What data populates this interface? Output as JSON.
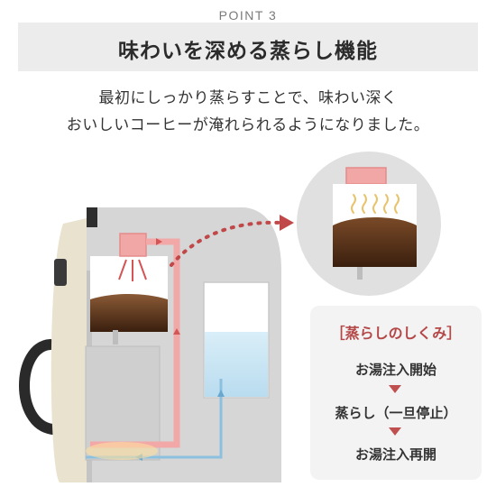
{
  "point_label": "POINT 3",
  "title": "味わいを深める蒸らし機能",
  "description": {
    "line1": "最初にしっかり蒸らすことで、味わい深く",
    "line2": "おいしいコーヒーが淹れられるようになりました。"
  },
  "steps_panel": {
    "heading": "［蒸らしのしくみ］",
    "steps": [
      "お湯注入開始",
      "蒸らし（一旦停止）",
      "お湯注入再開"
    ]
  },
  "colors": {
    "accent_red": "#c05050",
    "machine_gray": "#d6d6d6",
    "coffee_brown": "#4a2a14",
    "water_blue": "#c8e4f3"
  }
}
